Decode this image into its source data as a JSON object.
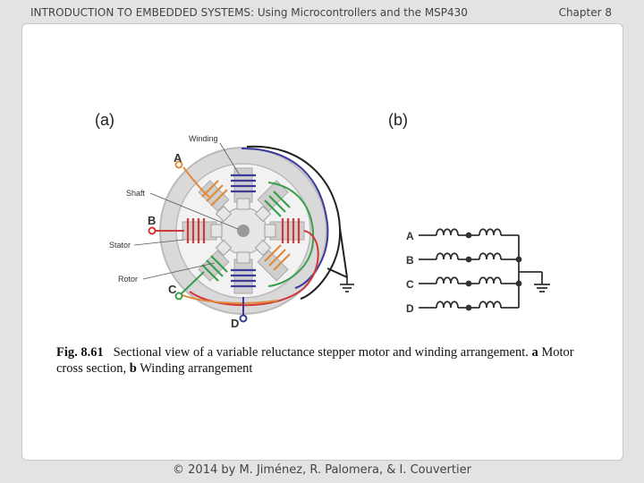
{
  "header": {
    "title": "INTRODUCTION TO EMBEDDED SYSTEMS: Using Microcontrollers and the MSP430",
    "chapter": "Chapter 8"
  },
  "figure": {
    "panel_a_label": "(a)",
    "panel_b_label": "(b)",
    "callouts": {
      "winding": "Winding",
      "shaft": "Shaft",
      "stator": "Stator",
      "rotor": "Rotor"
    },
    "phases_a": [
      "A",
      "B",
      "C",
      "D"
    ],
    "phases_b": [
      "A",
      "B",
      "C",
      "D"
    ],
    "colors": {
      "A": "#3b3b9e",
      "B": "#d0383a",
      "C": "#3a9e4a",
      "D": "#222222",
      "stator": "#cfcfcf",
      "rotor": "#e6e6e6",
      "coil_orange": "#e08a3a"
    }
  },
  "caption": {
    "fig_no": "Fig. 8.61",
    "text_1": "Sectional view of a variable reluctance stepper motor and winding arrangement.",
    "bold_a": "a",
    "text_2": "Motor cross section,",
    "bold_b": "b",
    "text_3": "Winding arrangement"
  },
  "footer": {
    "text": "© 2014 by M. Jiménez, R. Palomera, & I. Couvertier"
  }
}
